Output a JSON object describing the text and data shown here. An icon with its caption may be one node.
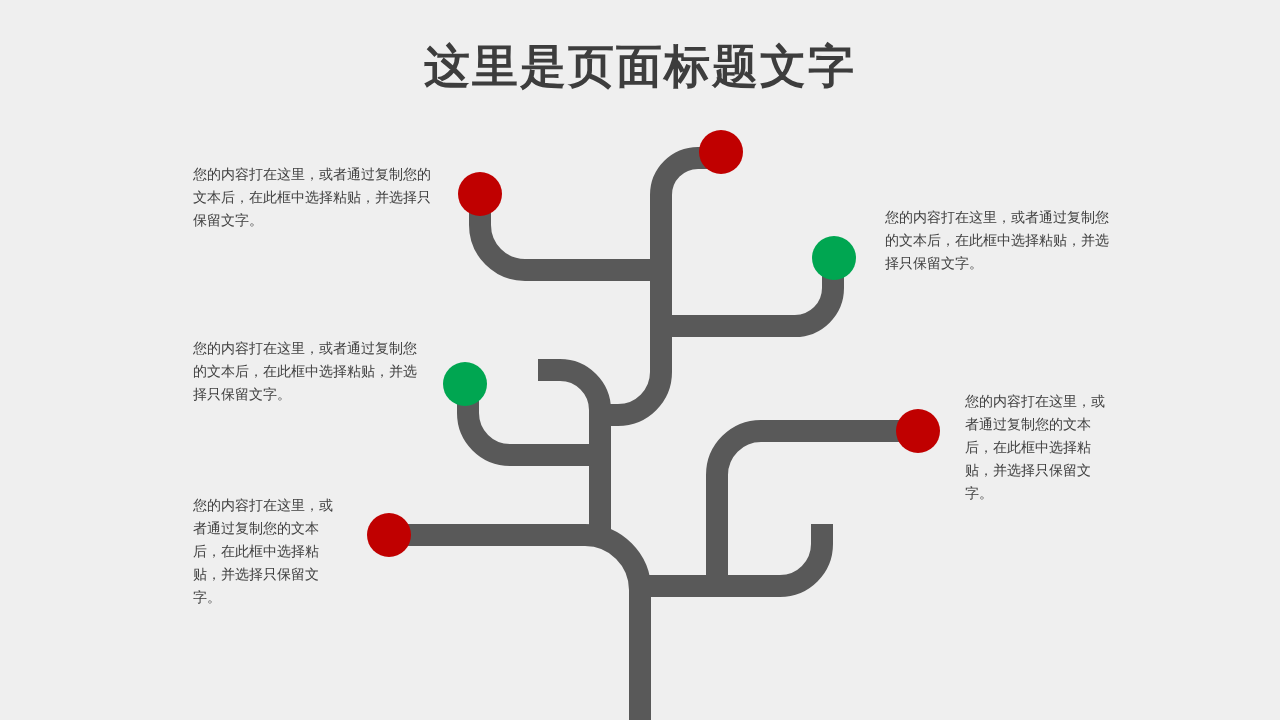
{
  "diagram": {
    "title": "这里是页面标题文字",
    "nodes": [
      {
        "text": [],
        "shape": "circle"
      },
      {
        "text": [],
        "shape": "circle",
        "beside": [
          "您的内容打在这里，或者通过复制您的文本后，在此框中选择粘贴，并选择只保留文字。"
        ]
      },
      {
        "text": [],
        "shape": "circle",
        "beside": [
          "您的内容打在这里，或者通过复制您的文本后，在此框中选择粘贴，并选择只保留文字。"
        ]
      },
      {
        "text": [],
        "shape": "circle",
        "beside": [
          "您的内容打在这里，或者通过复制您的文本后，在此框中选择粘贴，并选择只保留文字。"
        ]
      },
      {
        "text": [],
        "shape": "circle",
        "beside": [
          "您的内容打在这里，或者通过复制您的文本后，在此框中选择粘贴，并选择只保留文字。"
        ]
      },
      {
        "text": [],
        "shape": "circle",
        "beside": [
          "您的内容打在这里，或者通过复制您的文本后，在此框中选择粘贴，并选择只保留文字。"
        ]
      }
    ]
  }
}
